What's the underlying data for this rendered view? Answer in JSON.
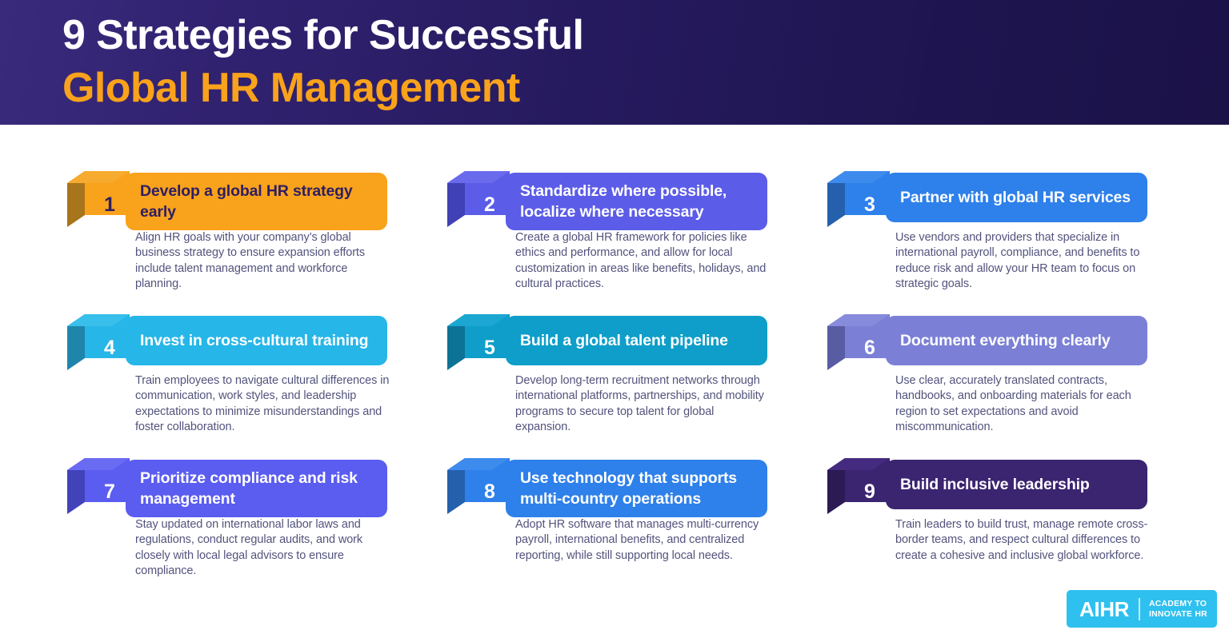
{
  "header": {
    "title_line1": "9 Strategies for Successful",
    "title_line2": "Global HR Management",
    "bg_left": "#3a2a7c",
    "bg_right": "#1b1248",
    "accent": "#f9a21b"
  },
  "cards": [
    {
      "number": "1",
      "title": "Develop a global HR strategy early",
      "description": "Align HR goals with your company’s global business strategy to ensure expansion efforts include talent management and workforce planning.",
      "color": "#f9a21b",
      "color_side": "#a8741c",
      "color_top": "#f7ab2e",
      "title_color": "#2d1e63",
      "number_color": "#2d1e63"
    },
    {
      "number": "2",
      "title": "Standardize where possible, localize where necessary",
      "description": "Create a global HR framework for policies like ethics and performance, and allow for local customization in areas like benefits, holidays, and cultural practices.",
      "color": "#5b5ce8",
      "color_side": "#4041b4",
      "color_top": "#6a6bec",
      "title_color": "#ffffff",
      "number_color": "#ffffff"
    },
    {
      "number": "3",
      "title": "Partner with global HR services",
      "description": "Use vendors and providers that specialize in international payroll, compliance, and benefits to reduce risk and allow your HR team to focus on strategic goals.",
      "color": "#2e80ea",
      "color_side": "#2460ac",
      "color_top": "#3e8bee",
      "title_color": "#ffffff",
      "number_color": "#ffffff"
    },
    {
      "number": "4",
      "title": "Invest in cross-cultural training",
      "description": "Train employees to navigate cultural differences in communication, work styles, and leadership expectations to minimize misunderstandings and foster collaboration.",
      "color": "#27b6e8",
      "color_side": "#1f85ab",
      "color_top": "#38bfec",
      "title_color": "#ffffff",
      "number_color": "#ffffff"
    },
    {
      "number": "5",
      "title": "Build a global talent pipeline",
      "description": "Develop long-term recruitment networks through international platforms, partnerships, and mobility programs to secure top talent for global expansion.",
      "color": "#0e9ec9",
      "color_side": "#0d7396",
      "color_top": "#1ba7d1",
      "title_color": "#ffffff",
      "number_color": "#ffffff"
    },
    {
      "number": "6",
      "title": "Document everything clearly",
      "description": "Use clear, accurately translated contracts, handbooks, and onboarding materials for each region to set expectations and avoid miscommunication.",
      "color": "#7b80d6",
      "color_side": "#585ca2",
      "color_top": "#878bdb",
      "title_color": "#ffffff",
      "number_color": "#ffffff"
    },
    {
      "number": "7",
      "title": "Prioritize compliance and risk management",
      "description": "Stay updated on international labor laws and regulations, conduct regular audits, and work closely with local legal advisors to ensure compliance.",
      "color": "#5b5cf0",
      "color_side": "#4243b8",
      "color_top": "#6a6bf3",
      "title_color": "#ffffff",
      "number_color": "#ffffff"
    },
    {
      "number": "8",
      "title": "Use technology that supports multi-country operations",
      "description": "Adopt HR software that manages multi-currency payroll, international benefits, and centralized reporting, while still supporting local needs.",
      "color": "#2e80ea",
      "color_side": "#2460ac",
      "color_top": "#3e8bee",
      "title_color": "#ffffff",
      "number_color": "#ffffff"
    },
    {
      "number": "9",
      "title": "Build inclusive leadership",
      "description": "Train leaders to build trust, manage remote cross-border teams, and respect cultural differences to create a cohesive and inclusive global workforce.",
      "color": "#3b2470",
      "color_side": "#2b1a54",
      "color_top": "#452b80",
      "title_color": "#ffffff",
      "number_color": "#ffffff"
    }
  ],
  "logo": {
    "mark": "AIHR",
    "tagline_line1": "ACADEMY TO",
    "tagline_line2": "INNOVATE HR",
    "color": "#2ec0ef"
  }
}
